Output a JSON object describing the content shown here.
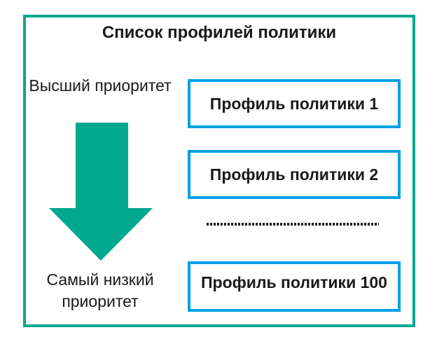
{
  "diagram": {
    "title": "Список профилей политики",
    "priority_top_label": "Высший приоритет",
    "priority_bottom_lines": [
      "Самый низкий",
      "приоритет"
    ],
    "profiles": [
      {
        "label": "Профиль политики 1"
      },
      {
        "label": "Профиль политики 2"
      },
      {
        "label": "Профиль политики 100"
      }
    ],
    "separator": {
      "type": "dotted-line"
    },
    "icons": {
      "priority_arrow": "down-arrow"
    },
    "colors": {
      "frame_border": "#00a88e",
      "arrow_fill": "#00a88e",
      "profile_box_border": "#00a0e3",
      "text": "#1a1a1a",
      "dots": "#1a1a1a"
    }
  }
}
